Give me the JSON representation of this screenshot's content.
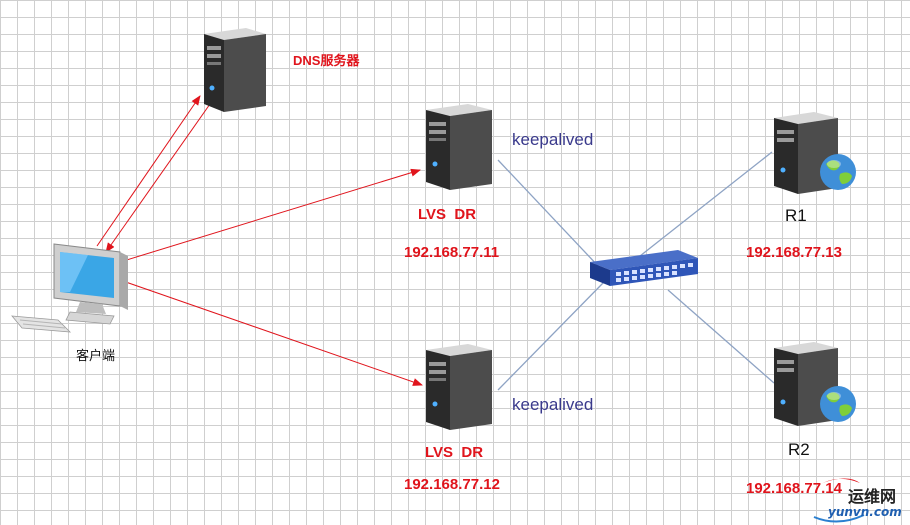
{
  "diagram": {
    "nodes": {
      "dns": {
        "label": "DNS服务器"
      },
      "client": {
        "label": "客户端"
      },
      "lvs1": {
        "label": "LVS  DR",
        "ip": "192.168.77.11",
        "ha": "keepalived"
      },
      "lvs2": {
        "label": "LVS  DR",
        "ip": "192.168.77.12",
        "ha": "keepalived"
      },
      "r1": {
        "label": "R1",
        "ip": "192.168.77.13"
      },
      "r2": {
        "label": "R2",
        "ip": "192.168.77.14"
      },
      "switch": {
        "label": ""
      }
    },
    "edges": [
      {
        "from": "client",
        "to": "dns",
        "style": "red-arrow"
      },
      {
        "from": "dns",
        "to": "client",
        "style": "red-arrow"
      },
      {
        "from": "client",
        "to": "lvs1",
        "style": "red-arrow"
      },
      {
        "from": "client",
        "to": "lvs2",
        "style": "red-arrow"
      },
      {
        "from": "lvs1",
        "to": "switch",
        "style": "blue-line"
      },
      {
        "from": "lvs2",
        "to": "switch",
        "style": "blue-line"
      },
      {
        "from": "switch",
        "to": "r1",
        "style": "blue-line"
      },
      {
        "from": "switch",
        "to": "r2",
        "style": "blue-line"
      }
    ]
  },
  "watermark": {
    "text": "运维网",
    "url": "yunvn.com"
  },
  "colors": {
    "arrow": "#e0141c",
    "link": "#8ea3c4",
    "label_red": "#e0141c",
    "label_blue": "#3a3a8c",
    "grid": "#cfcfcf"
  },
  "icons": {
    "server": "server-icon",
    "globe": "globe-icon",
    "switch": "network-switch-icon",
    "client": "desktop-computer-icon"
  }
}
